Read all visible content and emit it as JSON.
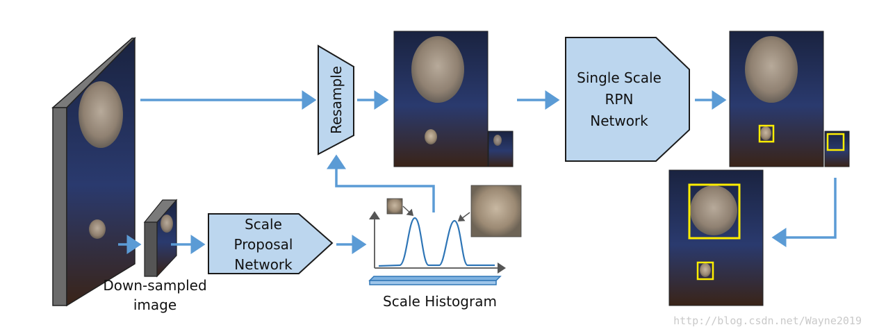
{
  "labels": {
    "resample": "Resample",
    "rpn_line1": "Single Scale",
    "rpn_line2": "RPN",
    "rpn_line3": "Network",
    "spn_line1": "Scale",
    "spn_line2": "Proposal",
    "spn_line3": "Network",
    "downsampled_line1": "Down-sampled",
    "downsampled_line2": "image",
    "histogram": "Scale Histogram"
  },
  "watermark": "http://blog.csdn.net/Wayne2019",
  "colors": {
    "arrow": "#5b9bd5",
    "box_fill": "#bcd6ee",
    "box_stroke": "#1a1a1a",
    "detection_box": "#ffee00",
    "histogram_curve": "#2e75b6"
  }
}
